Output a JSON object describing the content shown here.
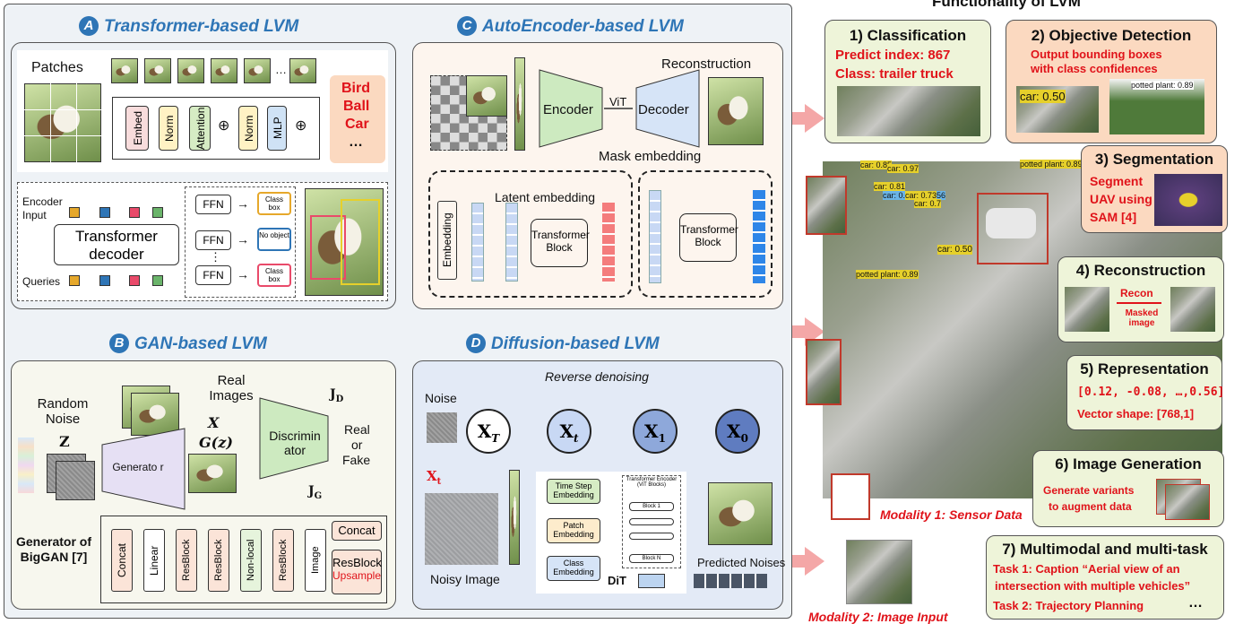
{
  "title": "Functionality of LVM",
  "sections": {
    "A": {
      "letter": "A",
      "title": "Transformer-based LVM",
      "patches": "Patches",
      "embed": "Embed",
      "norm1": "Norm",
      "attention": "Attention",
      "norm2": "Norm",
      "mlp": "MLP",
      "classes": [
        "Bird",
        "Ball",
        "Car",
        "…"
      ],
      "encoder_input": "Encoder Input",
      "decoder": "Transformer decoder",
      "queries": "Queries",
      "ffn": "FFN",
      "ffn_outputs": [
        "Class box",
        "No object",
        "Class box"
      ],
      "plus": "⊕"
    },
    "B": {
      "letter": "B",
      "title": "GAN-based LVM",
      "random_noise": "Random Noise",
      "z": "Z",
      "real_images": "Real Images",
      "x": "X",
      "gz": "G(z)",
      "generator": "Generato r",
      "discriminator": "Discrimin ator",
      "real": "Real",
      "or": "or",
      "fake": "Fake",
      "jd": "J",
      "jd_sub": "D",
      "jg": "J",
      "jg_sub": "G",
      "biggan": "Generator of BigGAN [7]",
      "blocks": [
        "Concat",
        "Linear",
        "ResBlock",
        "ResBlock",
        "Non-local",
        "ResBlock",
        "Image"
      ],
      "concat": "Concat",
      "resblock": "ResBlock",
      "upsample": "Upsample"
    },
    "C": {
      "letter": "C",
      "title": "AutoEncoder-based LVM",
      "encoder": "Encoder",
      "vit": "ViT",
      "decoder": "Decoder",
      "reconstruction": "Reconstruction",
      "mask_embedding": "Mask embedding",
      "latent_embedding": "Latent embedding",
      "embedding": "Embedding",
      "transformer_block": "Transformer Block"
    },
    "D": {
      "letter": "D",
      "title": "Diffusion-based LVM",
      "noise": "Noise",
      "reverse": "Reverse denoising",
      "nodes": [
        "X",
        "X",
        "X",
        "X"
      ],
      "node_subs": [
        "T",
        "t",
        "1",
        "0"
      ],
      "xt": "X",
      "xt_sub": "t",
      "noisy_image": "Noisy Image",
      "time_step": "Time Step Embedding",
      "patch": "Patch Embedding",
      "class": "Class Embedding",
      "dit": "DiT",
      "te_title": "Transformer Encoder (ViT Blocks)",
      "block1": "Block 1",
      "blockn": "Block N",
      "predicted": "Predicted Noises"
    }
  },
  "functions": {
    "classification": {
      "title": "1) Classification",
      "line1": "Predict index: 867",
      "line2": "Class: trailer truck"
    },
    "detection": {
      "title": "2) Objective Detection",
      "line1": "Output bounding  boxes",
      "line2": "with class confidences",
      "car": "car: 0.50",
      "plant": "potted plant: 0.89"
    },
    "segmentation": {
      "title": "3) Segmentation",
      "lines": [
        "Segment",
        "UAV using",
        "SAM [4]"
      ]
    },
    "reconstruction": {
      "title": "4) Reconstruction",
      "recon": "Recon",
      "masked": "Masked image"
    },
    "representation": {
      "title": "5) Representation",
      "vector": "[0.12, -0.08, …,0.56]",
      "shape": "Vector shape: [768,1]"
    },
    "generation": {
      "title": "6) Image Generation",
      "line1": "Generate variants",
      "line2": "to augment data"
    },
    "multimodal": {
      "title": "7) Multimodal and multi-task",
      "task1a": "Task 1: Caption “Aerial view of an",
      "task1b": "intersection with multiple vehicles”",
      "task2": "Task 2: Trajectory Planning",
      "dots": "…"
    }
  },
  "aerial_labels": [
    "car: 0.85",
    "car: 0.97",
    "car: 0.81",
    "car: 0.69",
    "car: 0.73",
    "56",
    "car: 0.7",
    "car: 0.50",
    "potted plant: 0.89",
    "potted plant: 0.89"
  ],
  "modality1": "Modality 1: Sensor Data",
  "modality2": "Modality 2: Image Input",
  "colors": {
    "accent": "#2e75b6",
    "red": "#e0131a",
    "green_box": "#eef4d9",
    "orange_box": "#fbd9c0",
    "arrow": "#f4a7a7"
  }
}
